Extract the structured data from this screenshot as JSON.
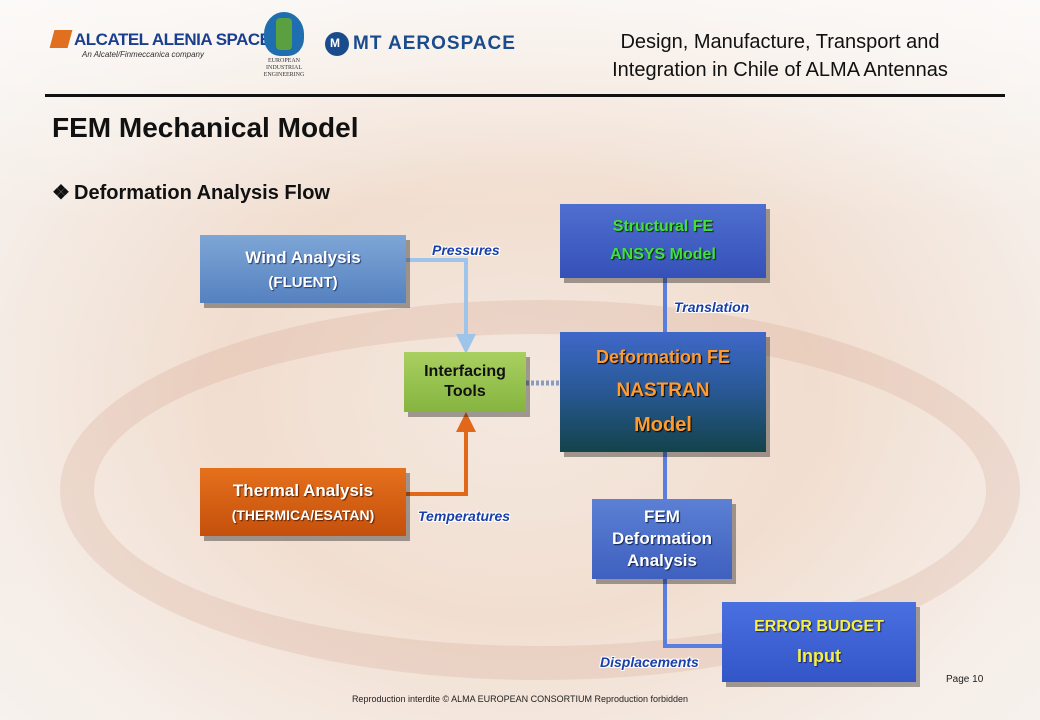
{
  "header": {
    "logo_aas_name": "ALCATEL ALENIA SPACE",
    "logo_aas_sub": "An Alcatel/Finmeccanica company",
    "logo_eie_text": "EUROPEAN INDUSTRIAL ENGINEERING",
    "logo_mt_name": "MT AEROSPACE",
    "doc_title_line1": "Design, Manufacture, Transport and",
    "doc_title_line2": "Integration in Chile of ALMA Antennas"
  },
  "page_title": "FEM Mechanical Model",
  "bullet": "Deformation Analysis Flow",
  "nodes": {
    "wind": {
      "line1": "Wind Analysis",
      "line2": "(FLUENT)"
    },
    "thermal": {
      "line1": "Thermal Analysis",
      "line2": "(THERMICA/ESATAN)"
    },
    "interfacing": {
      "line1": "Interfacing",
      "line2": "Tools"
    },
    "structural": {
      "line1": "Structural FE",
      "line2": "ANSYS Model"
    },
    "deformation_fe": {
      "line1": "Deformation FE",
      "line2": "NASTRAN",
      "line3": "Model"
    },
    "fem_analysis": {
      "line1": "FEM",
      "line2": "Deformation",
      "line3": "Analysis"
    },
    "error_budget": {
      "line1": "ERROR BUDGET",
      "line2": "Input"
    }
  },
  "edges": {
    "pressures": "Pressures",
    "temperatures": "Temperatures",
    "translation": "Translation",
    "displacements": "Displacements"
  },
  "colors": {
    "wind_box": "#6a93cb",
    "thermal_box": "#d8601a",
    "interfacing_box": "#98c250",
    "structural_text": "#3fe040",
    "deformation_text": "#ff9b2f",
    "error_text": "#f5f040",
    "edge_label": "#1a3fa8"
  },
  "footer": {
    "text": "Reproduction interdite    © ALMA EUROPEAN CONSORTIUM    Reproduction forbidden",
    "page": "Page 10"
  }
}
